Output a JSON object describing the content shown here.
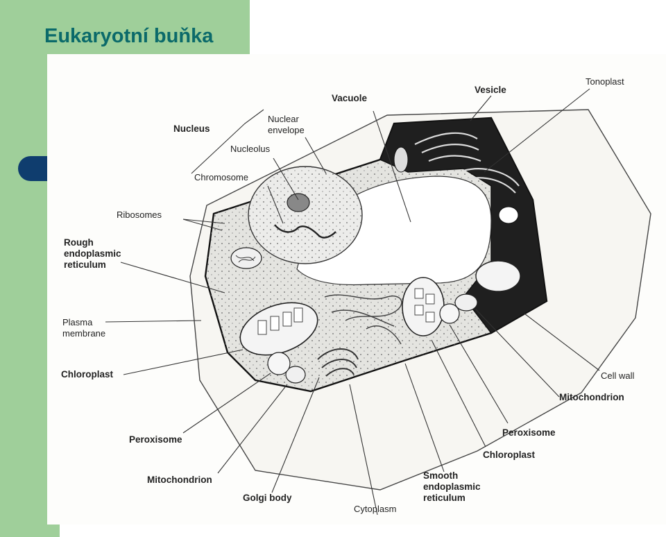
{
  "slide": {
    "title": "Eukaryotní buňka",
    "colors": {
      "green": "#9fcf9a",
      "blue": "#0f3d6e",
      "title": "#0b6a6a"
    }
  },
  "diagram": {
    "labels": {
      "nucleus": "Nucleus",
      "nuclear_envelope_1": "Nuclear",
      "nuclear_envelope_2": "envelope",
      "nucleolus": "Nucleolus",
      "chromosome": "Chromosome",
      "vacuole": "Vacuole",
      "vesicle": "Vesicle",
      "tonoplast": "Tonoplast",
      "ribosomes": "Ribosomes",
      "rough_er_1": "Rough",
      "rough_er_2": "endoplasmic",
      "rough_er_3": "reticulum",
      "plasma_membrane_1": "Plasma",
      "plasma_membrane_2": "membrane",
      "chloroplast_left": "Chloroplast",
      "peroxisome_left": "Peroxisome",
      "mitochondrion_left": "Mitochondrion",
      "golgi_body": "Golgi body",
      "cytoplasm": "Cytoplasm",
      "smooth_er_1": "Smooth",
      "smooth_er_2": "endoplasmic",
      "smooth_er_3": "reticulum",
      "chloroplast_right": "Chloroplast",
      "peroxisome_right": "Peroxisome",
      "mitochondrion_right": "Mitochondrion",
      "cell_wall": "Cell wall"
    }
  }
}
